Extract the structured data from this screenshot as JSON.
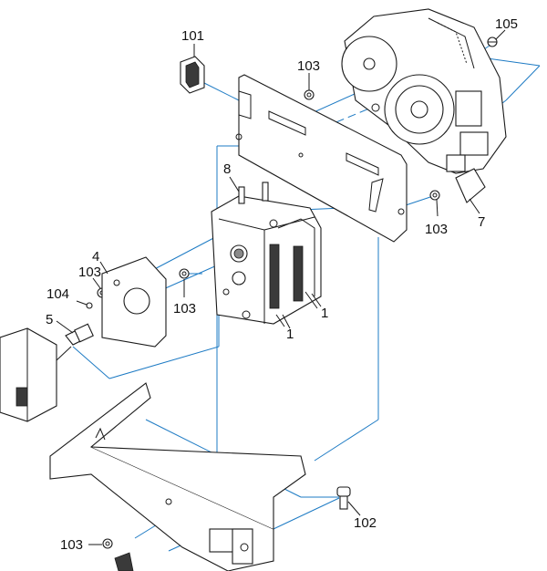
{
  "diagram": {
    "callouts": {
      "c101": "101",
      "c105": "105",
      "c103_top": "103",
      "c8": "8",
      "c103_right": "103",
      "c7": "7",
      "c4": "4",
      "c103_left": "103",
      "c104": "104",
      "c103_mid": "103",
      "c5": "5",
      "c1_a": "1",
      "c1_b": "1",
      "c102": "102",
      "c103_bottom": "103"
    },
    "colors": {
      "leader_line": "#1e7bc4",
      "outline": "#1a1a1a"
    }
  }
}
